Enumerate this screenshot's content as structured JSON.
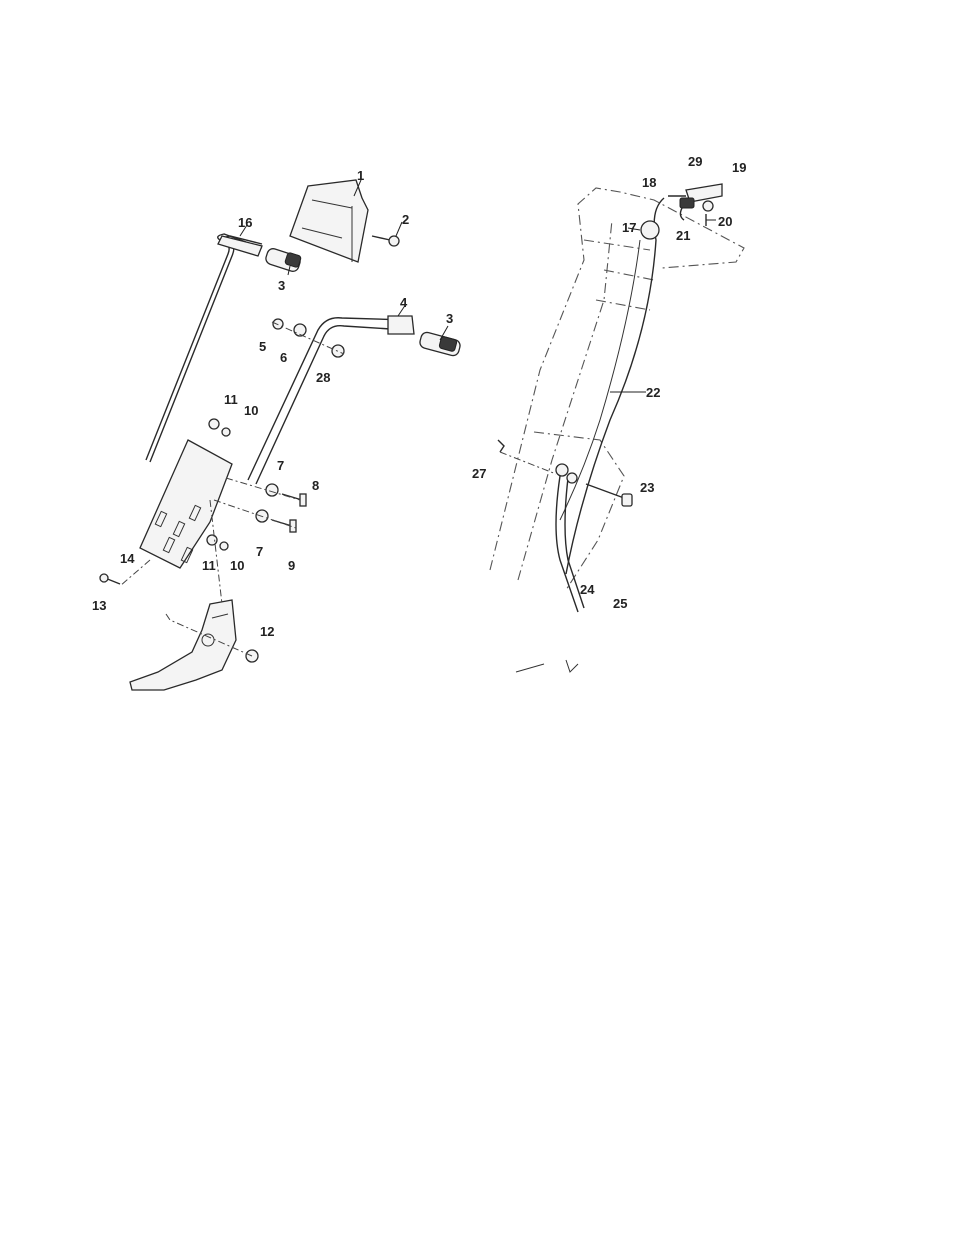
{
  "diagram": {
    "left_callouts": [
      "1",
      "2",
      "16",
      "3",
      "4",
      "3",
      "5",
      "6",
      "28",
      "11",
      "10",
      "7",
      "8",
      "7",
      "9",
      "14",
      "11",
      "10",
      "13",
      "12"
    ],
    "right_callouts": [
      "29",
      "19",
      "18",
      "17",
      "21",
      "20",
      "22",
      "27",
      "23",
      "24",
      "25"
    ]
  }
}
